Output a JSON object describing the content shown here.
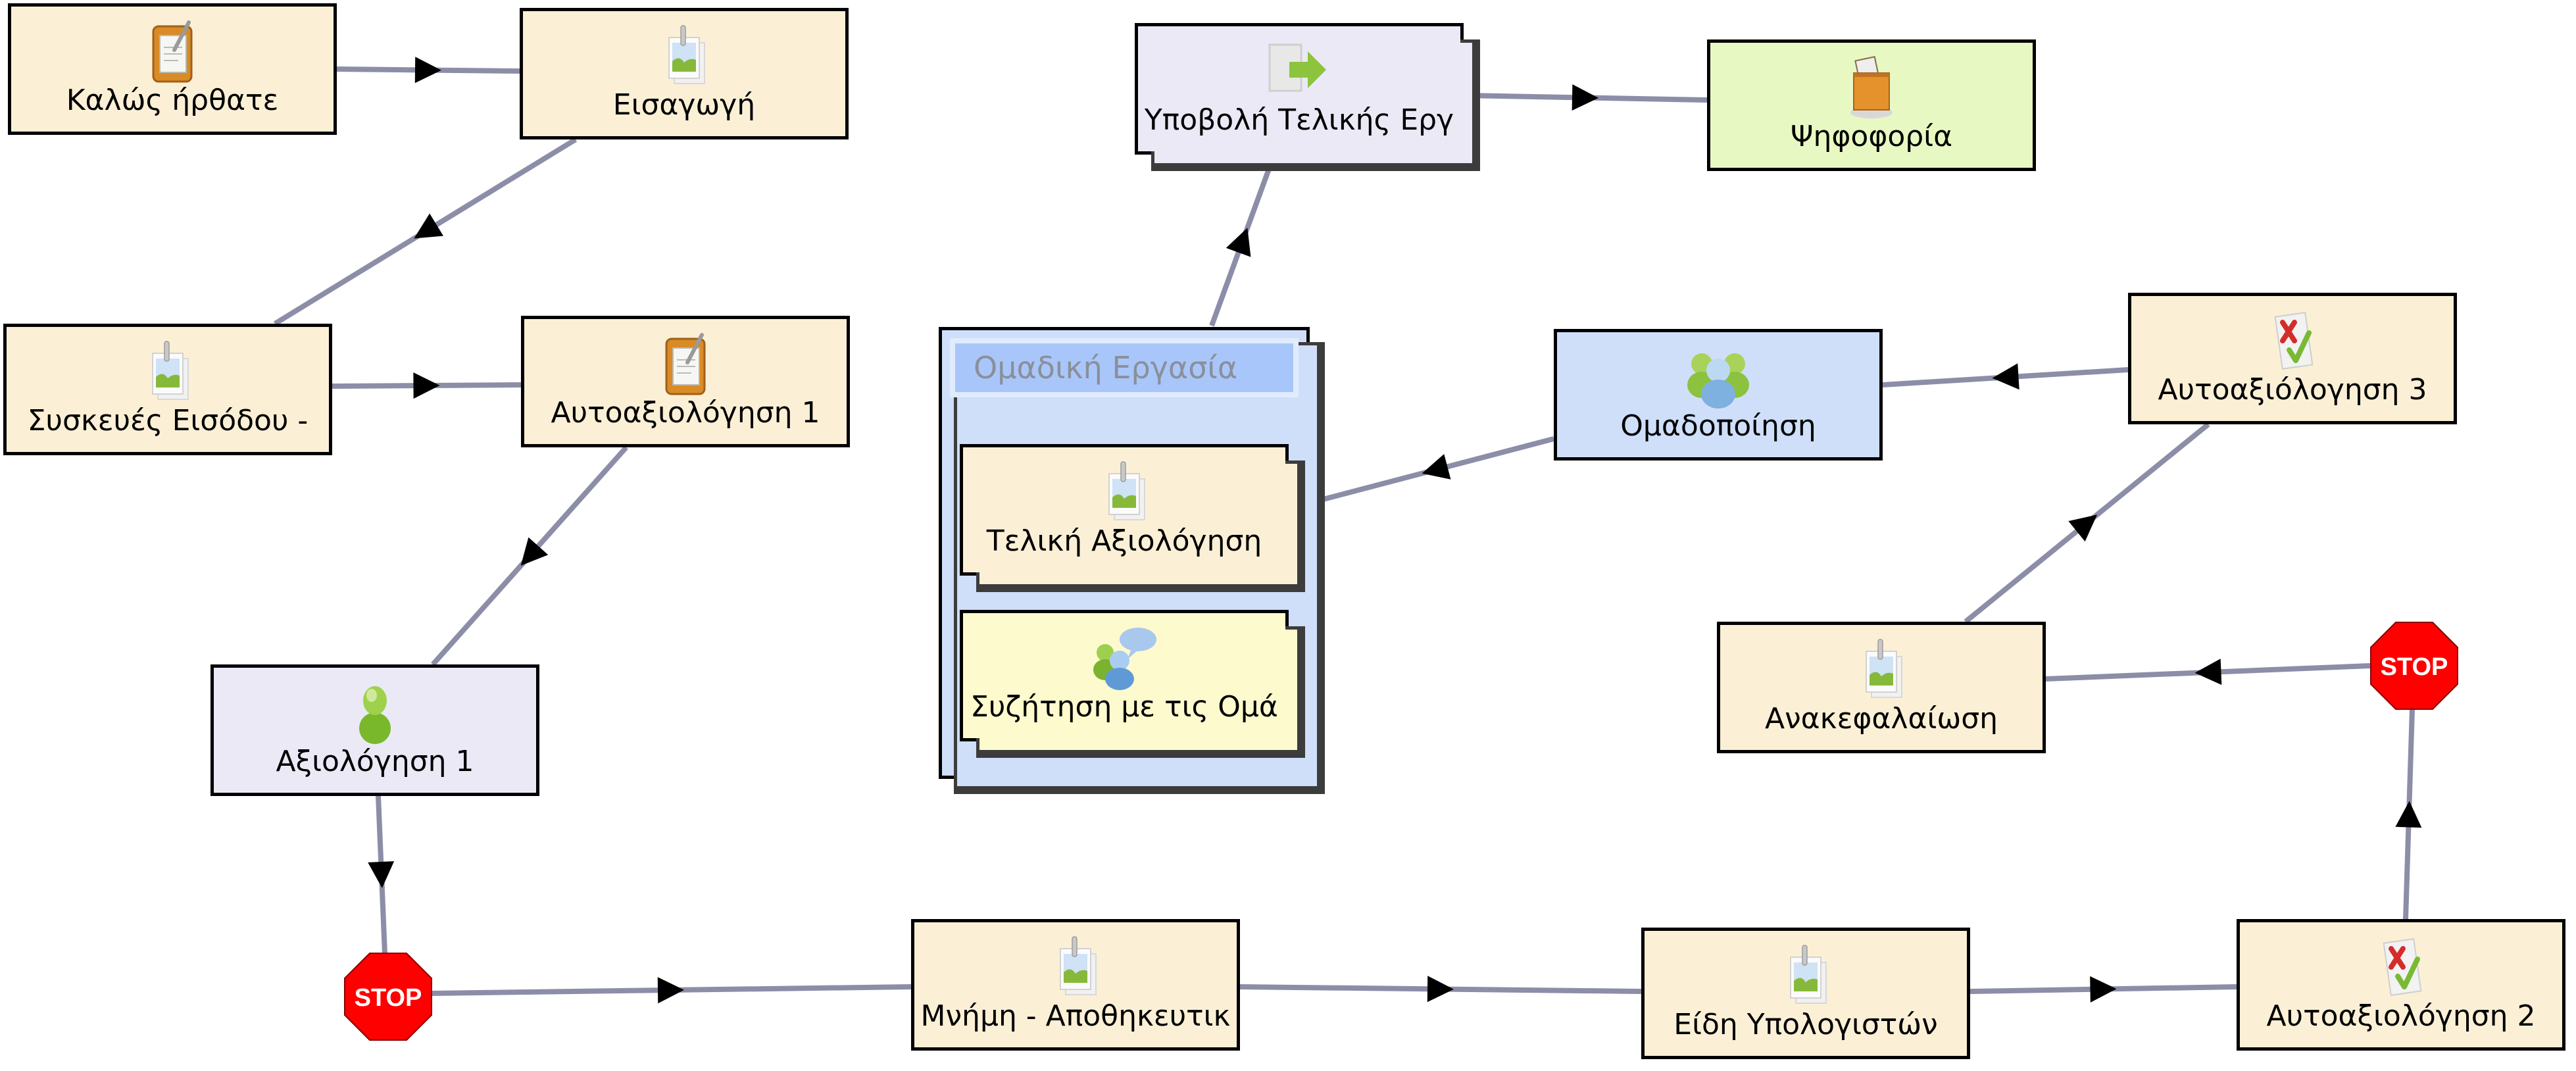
{
  "diagram": {
    "type": "learning-design-sequence",
    "colors": {
      "edge": "#8c8ea8",
      "arrowhead": "#000000",
      "activity_fill": "#fbf0d6",
      "tool_fill": "#eae9f5",
      "grouping_fill": "#cfdffa",
      "vote_fill": "#e8f8c2",
      "chat_fill": "#fdfacd",
      "group_header": "#a9c6fa",
      "stop_red": "#ff0000"
    },
    "nodes": {
      "welcome": {
        "label": "Καλώς ήρθατε",
        "icon": "notebook-icon"
      },
      "intro": {
        "label": "Εισαγωγή",
        "icon": "image-gallery-icon"
      },
      "input_devices": {
        "label": "Συσκευές Εισόδου -",
        "icon": "image-gallery-icon"
      },
      "self_assess_1": {
        "label": "Αυτοαξιολόγηση 1",
        "icon": "notebook-icon"
      },
      "assessment_1": {
        "label": "Αξιολόγηση 1",
        "icon": "user-icon"
      },
      "stop_1": {
        "label": "STOP",
        "icon": "stop-sign-icon"
      },
      "memory": {
        "label": "Μνήμη - Αποθηκευτικ",
        "icon": "image-gallery-icon"
      },
      "computer_types": {
        "label": "Είδη Υπολογιστών",
        "icon": "image-gallery-icon"
      },
      "self_assess_2": {
        "label": "Αυτοαξιολόγηση 2",
        "icon": "quiz-check-icon"
      },
      "stop_2": {
        "label": "STOP",
        "icon": "stop-sign-icon"
      },
      "summary": {
        "label": "Ανακεφαλαίωση",
        "icon": "image-gallery-icon"
      },
      "self_assess_3": {
        "label": "Αυτοαξιόλογηση 3",
        "icon": "quiz-check-icon"
      },
      "grouping": {
        "label": "Ομαδοποίηση",
        "icon": "group-users-icon"
      },
      "final_submit": {
        "label": "Υποβολή Τελικής Εργ",
        "icon": "submit-file-icon"
      },
      "voting": {
        "label": "Ψηφοφορία",
        "icon": "ballot-box-icon"
      }
    },
    "group": {
      "title": "Ομαδική Εργασία",
      "children": {
        "final_assessment": {
          "label": "Τελική Αξιολόγηση",
          "icon": "image-gallery-icon"
        },
        "group_chat": {
          "label": "Συζήτηση με τις Ομά",
          "icon": "chat-users-icon"
        }
      }
    },
    "edges": [
      {
        "from": "welcome",
        "to": "intro"
      },
      {
        "from": "intro",
        "to": "input_devices"
      },
      {
        "from": "input_devices",
        "to": "self_assess_1"
      },
      {
        "from": "self_assess_1",
        "to": "assessment_1"
      },
      {
        "from": "assessment_1",
        "to": "stop_1"
      },
      {
        "from": "stop_1",
        "to": "memory"
      },
      {
        "from": "memory",
        "to": "computer_types"
      },
      {
        "from": "computer_types",
        "to": "self_assess_2"
      },
      {
        "from": "self_assess_2",
        "to": "stop_2"
      },
      {
        "from": "stop_2",
        "to": "summary"
      },
      {
        "from": "summary",
        "to": "self_assess_3"
      },
      {
        "from": "self_assess_3",
        "to": "grouping"
      },
      {
        "from": "grouping",
        "to": "group_work"
      },
      {
        "from": "group_work",
        "to": "final_submit"
      },
      {
        "from": "final_submit",
        "to": "voting"
      }
    ]
  }
}
